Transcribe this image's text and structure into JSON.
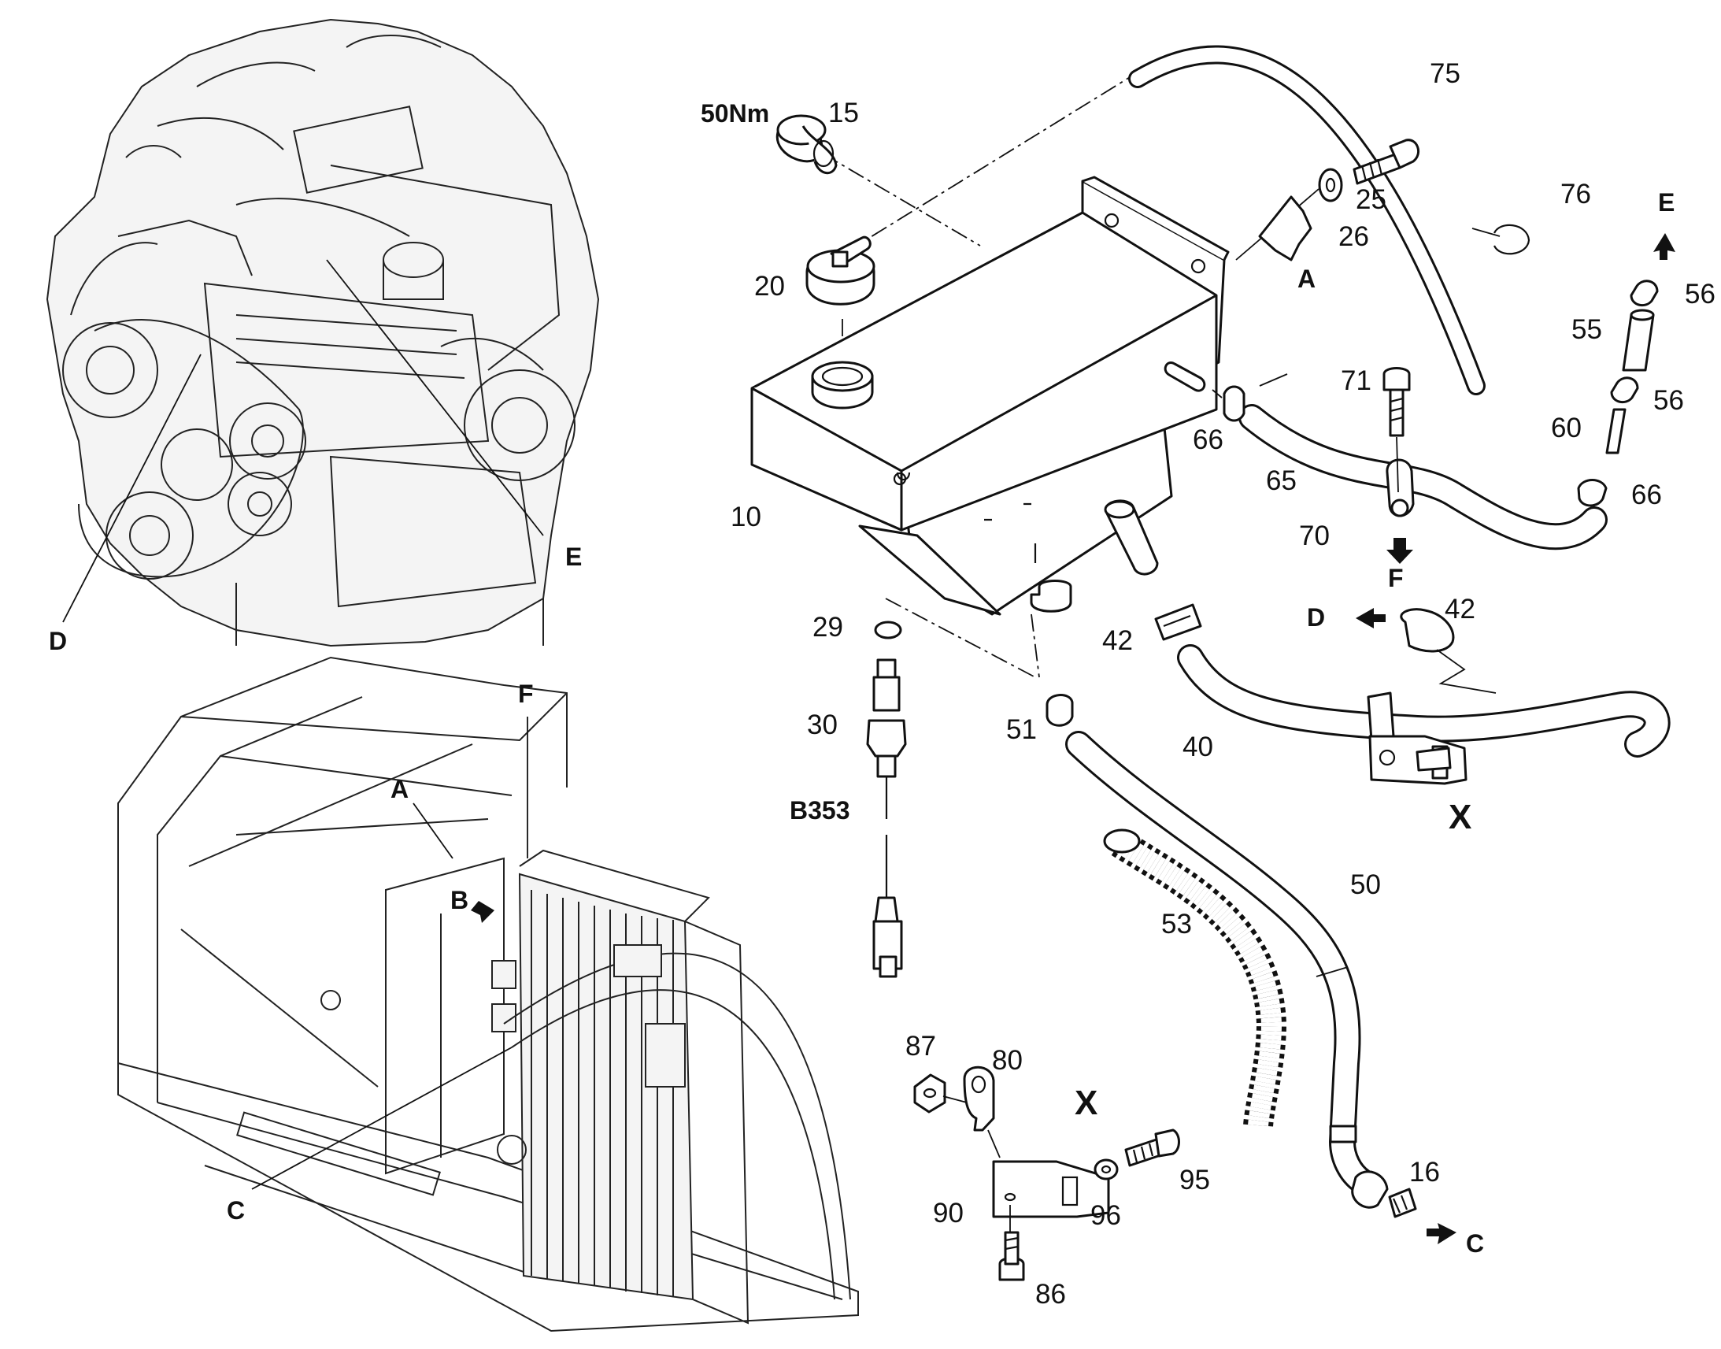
{
  "labels": {
    "torque": "50Nm",
    "p15": "15",
    "p20": "20",
    "p25": "25",
    "p26": "26",
    "p75": "75",
    "p76": "76",
    "p10": "10",
    "p66a": "66",
    "p65": "65",
    "p71": "71",
    "p70": "70",
    "p55": "55",
    "p56a": "56",
    "p56b": "56",
    "p60": "60",
    "p66b": "66",
    "p29": "29",
    "p30": "30",
    "sensor": "B353",
    "p42a": "42",
    "p42b": "42",
    "p51": "51",
    "p40": "40",
    "p53": "53",
    "p50": "50",
    "p16": "16",
    "p87": "87",
    "p80": "80",
    "p90": "90",
    "p96": "96",
    "p95": "95",
    "p86": "86",
    "ref_a_tank": "A",
    "ref_e_top": "E",
    "ref_f_bottom": "F",
    "ref_d_right": "D",
    "ref_c_right": "C",
    "detail_x_main": "X",
    "detail_x_bracket": "X",
    "ref_d_engine": "D",
    "ref_e_engine": "E",
    "ref_f_frame": "F",
    "ref_a_frame": "A",
    "ref_b_frame": "B",
    "ref_c_frame": "C"
  }
}
